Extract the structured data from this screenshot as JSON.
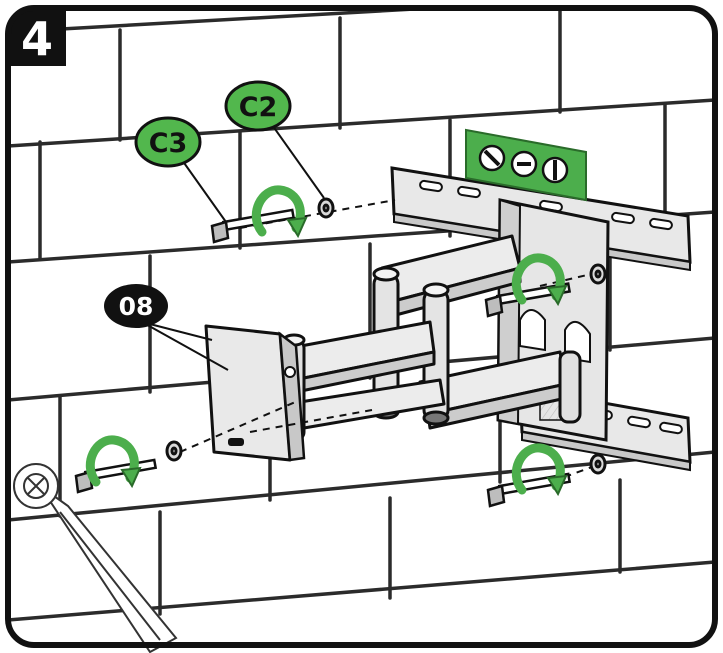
{
  "step": {
    "number": "4"
  },
  "callouts": {
    "c2": "C2",
    "c3": "C3",
    "part_08": "08"
  },
  "colors": {
    "accent_green": "#4cae4c",
    "callout_green": "#52b74d",
    "frame": "#111111",
    "wall_line": "#2b2b2b",
    "metal": "#e8e8e8",
    "metal_shadow": "#c9c9c9"
  },
  "icons": [
    "rotate-arrow-icon",
    "bubble-level-icon",
    "ratchet-wrench-icon",
    "lag-bolt-icon",
    "washer-icon"
  ]
}
